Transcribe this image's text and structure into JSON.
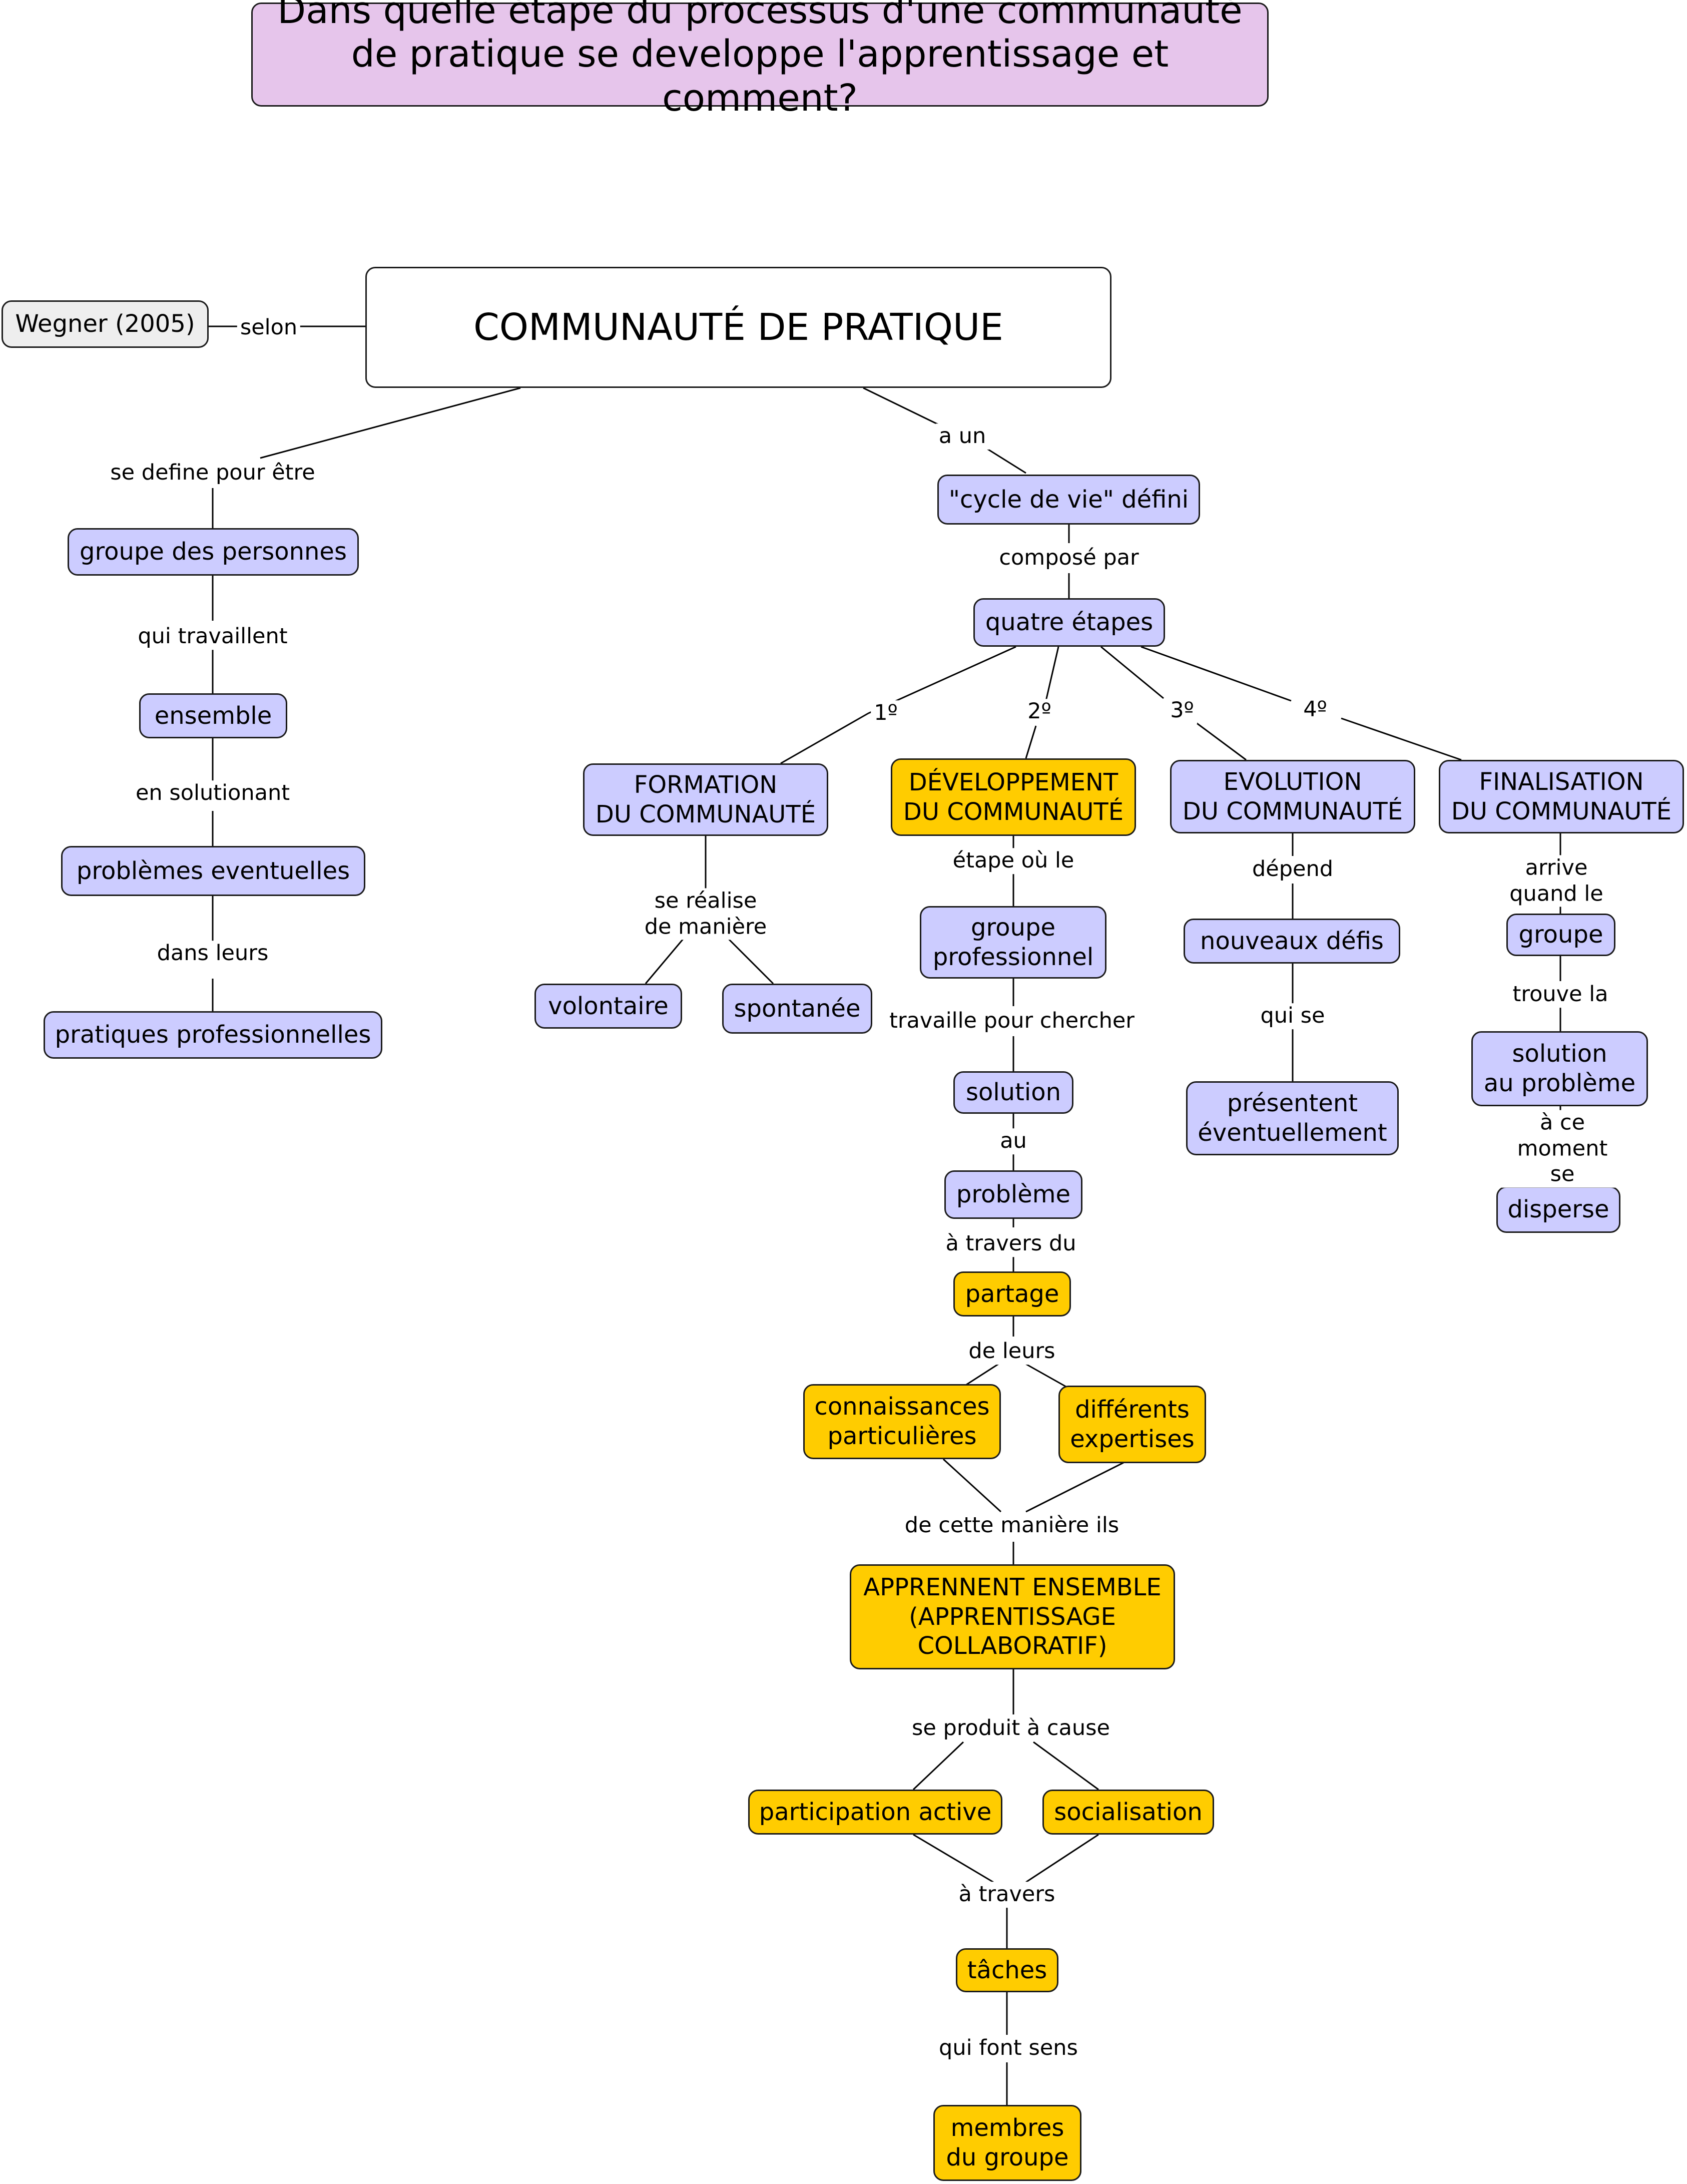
{
  "colors": {
    "blue": "#ccccff",
    "yellow": "#ffcc00",
    "gray": "#eeeeee",
    "purple": "#e6c5eb",
    "white": "#ffffff"
  },
  "nodes": {
    "title": "Dans quelle étape du processus d'une communauté\nde pratique se developpe l'apprentissage et comment?",
    "wegner": "Wegner (2005)",
    "main": "COMMUNAUTÉ DE PRATIQUE",
    "groupe_personnes": "groupe des personnes",
    "ensemble": "ensemble",
    "problemes": "problèmes eventuelles",
    "pratiques": "pratiques professionnelles",
    "cycle": "\"cycle de vie\" défini",
    "quatre": "quatre étapes",
    "formation": "FORMATION\nDU COMMUNAUTÉ",
    "developpement": "DÉVELOPPEMENT\nDU COMMUNAUTÉ",
    "evolution": "EVOLUTION\nDU COMMUNAUTÉ",
    "finalisation": "FINALISATION\nDU COMMUNAUTÉ",
    "volontaire": "volontaire",
    "spontanee": "spontanée",
    "groupe_pro": "groupe\nprofessionnel",
    "solution": "solution",
    "probleme": "problème",
    "partage": "partage",
    "connaissances": "connaissances\nparticulières",
    "expertises": "différents\nexpertises",
    "apprennent": "APPRENNENT ENSEMBLE\n(APPRENTISSAGE\nCOLLABORATIF)",
    "participation": "participation active",
    "socialisation": "socialisation",
    "taches": "tâches",
    "membres": "membres\ndu groupe",
    "nouveaux": "nouveaux défis",
    "presentent": "présentent\néventuellement",
    "groupe_fin": "groupe",
    "solution_prob": "solution\nau problème",
    "disperse": "disperse"
  },
  "links": {
    "selon": "selon",
    "se_define": "se define pour être",
    "qui_travaillent": "qui travaillent",
    "en_solutionant": "en solutionant",
    "dans_leurs": "dans leurs",
    "a_un": "a un",
    "compose_par": "composé par",
    "s1": "1º",
    "s2": "2º",
    "s3": "3º",
    "s4": "4º",
    "se_realise": "se réalise\nde manière",
    "etape_ou_le": "étape où le",
    "travaille_pour": "travaille pour chercher",
    "au": "au",
    "a_travers_du": "à travers du",
    "de_leurs": "de leurs",
    "de_cette": "de cette manière ils",
    "se_produit": "se produit à cause",
    "a_travers": "à travers",
    "qui_font_sens": "qui font sens",
    "depend": "dépend",
    "qui_se": "qui se",
    "arrive_quand": "arrive quand le",
    "trouve_la": "trouve la",
    "a_ce_moment": "à ce moment se"
  }
}
